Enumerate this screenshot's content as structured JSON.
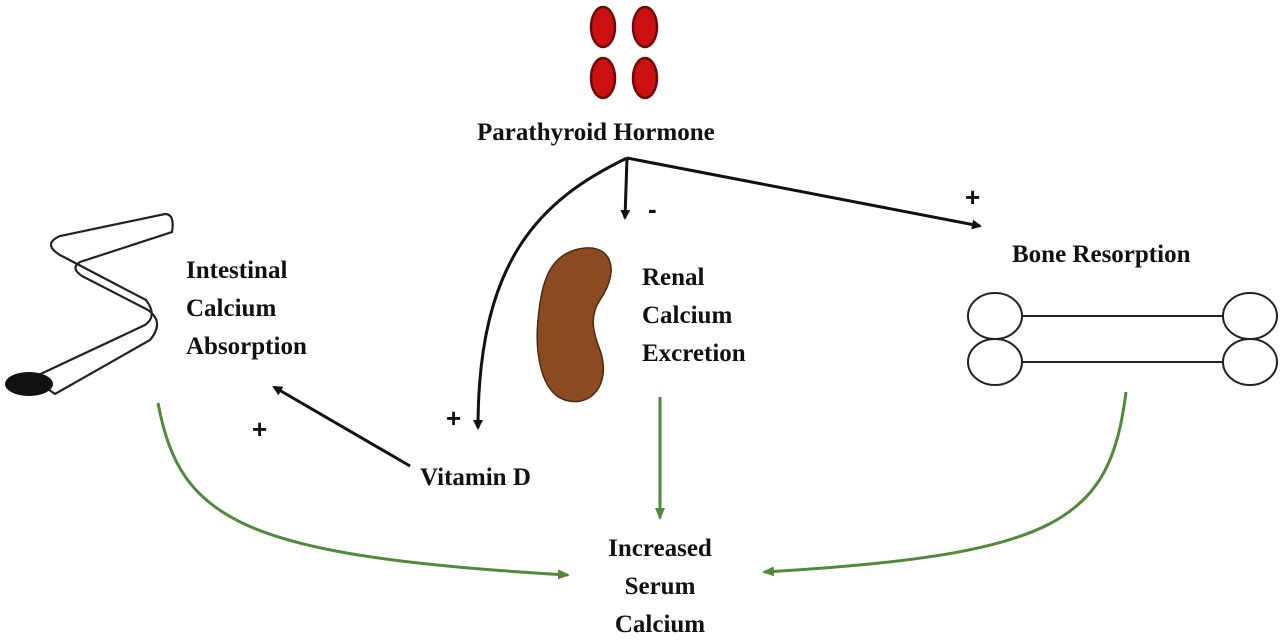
{
  "title": "Parathyroid Hormone",
  "nodes": {
    "pth": {
      "label": "Parathyroid Hormone"
    },
    "intestine": {
      "lines": [
        "Intestinal",
        "Calcium",
        "Absorption"
      ]
    },
    "renal": {
      "lines": [
        "Renal",
        "Calcium",
        "Excretion"
      ]
    },
    "bone": {
      "label": "Bone Resorption"
    },
    "vitd": {
      "label": "Vitamin D"
    },
    "serum": {
      "lines": [
        "Increased",
        "Serum",
        "Calcium"
      ]
    }
  },
  "signs": {
    "pth_to_renal": "-",
    "pth_to_bone": "+",
    "pth_to_vitd": "+",
    "vitd_to_intestine": "+"
  },
  "colors": {
    "gland": "#cc1010",
    "gland_edge": "#6a0a0a",
    "kidney": "#8b4a1f",
    "kidney_edge": "#4a2a12",
    "arrow_black": "#111111",
    "arrow_green": "#4f8a3a"
  },
  "icons": [
    "parathyroid-glands-icon",
    "intestine-icon",
    "kidney-icon",
    "bone-icon"
  ]
}
